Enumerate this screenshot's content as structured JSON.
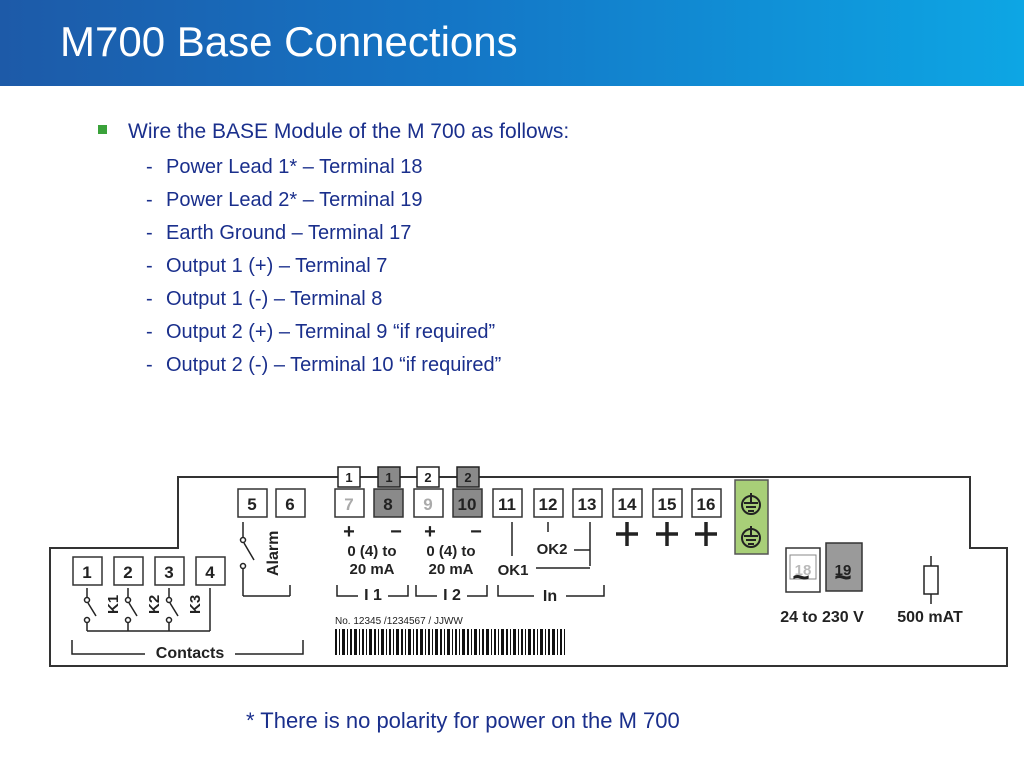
{
  "title": "M700 Base Connections",
  "intro": "Wire the BASE Module of the M 700 as follows:",
  "items": [
    "Power Lead 1* – Terminal 18",
    "Power Lead 2* – Terminal 19",
    "Earth Ground – Terminal 17",
    "Output 1 (+) – Terminal 7",
    "Output 1 (-) – Terminal 8",
    "Output 2 (+) – Terminal 9 “if required”",
    "Output 2 (-) – Terminal 10 “if required”"
  ],
  "dash": "-",
  "footnote": "* There is no polarity for power on the M 700",
  "diagram": {
    "tabs": [
      "1",
      "1",
      "2",
      "2"
    ],
    "terminals_top": [
      "5",
      "6",
      "7",
      "8",
      "9",
      "10",
      "11",
      "12",
      "13",
      "14",
      "15",
      "16"
    ],
    "terminals_left": [
      "1",
      "2",
      "3",
      "4"
    ],
    "terminals_power": [
      "18",
      "19"
    ],
    "alarm": "Alarm",
    "contact_labels": [
      "K1",
      "K2",
      "K3"
    ],
    "contacts": "Contacts",
    "plus": "+",
    "minus": "−",
    "range1": [
      "0 (4) to",
      "20 mA"
    ],
    "range2": [
      "0 (4) to",
      "20 mA"
    ],
    "i1": "I 1",
    "i2": "I 2",
    "ok1": "OK1",
    "ok2": "OK2",
    "in": "In",
    "serial": "No. 12345 /1234567 / JJWW",
    "voltage": "24 to 230 V",
    "fuse": "500 mAT",
    "tilde": "~"
  }
}
